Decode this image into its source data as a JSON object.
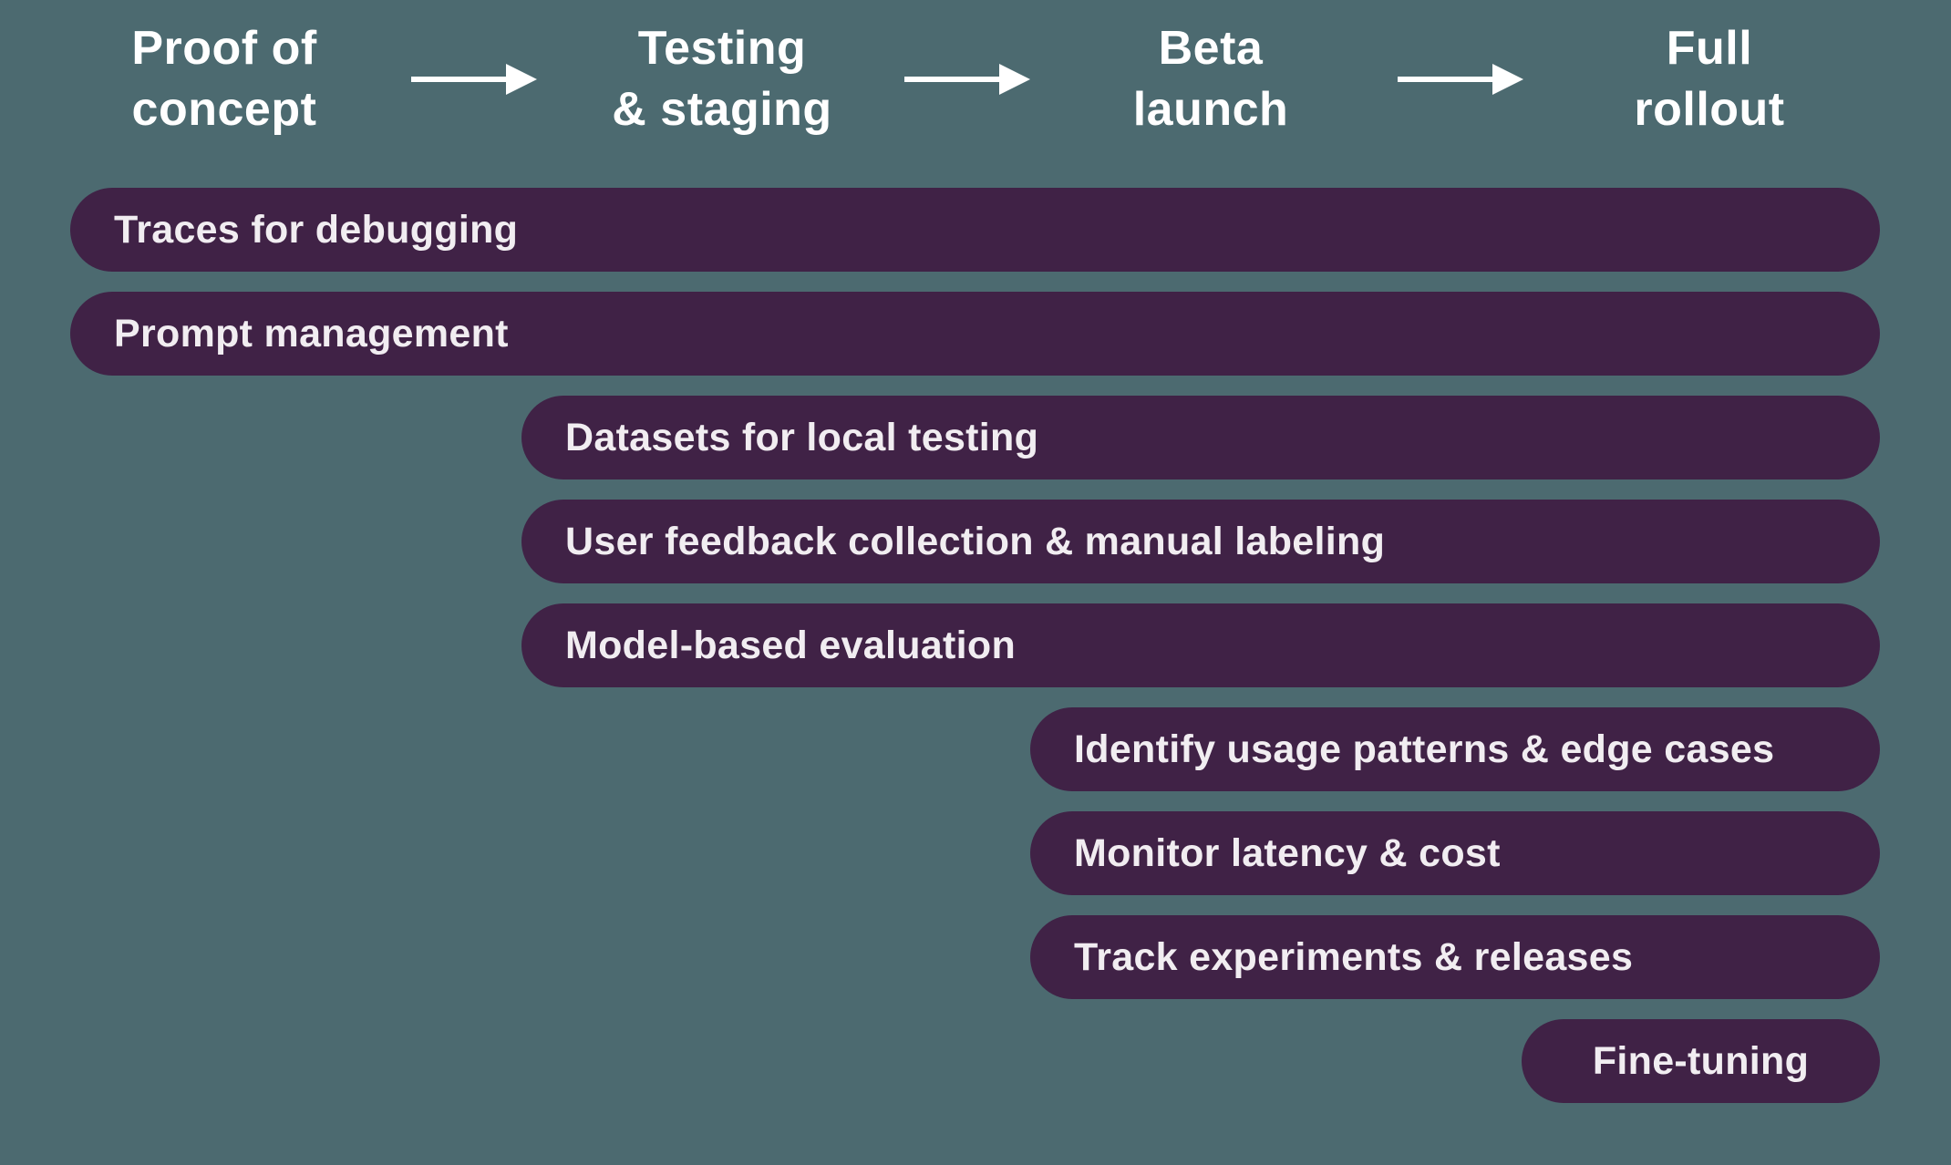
{
  "diagram": {
    "title_hint": "LLM product rollout phases and tooling coverage",
    "colors": {
      "background": "#4C6A70",
      "bar_fill": "#402246",
      "bar_text": "#F1EDF1",
      "header_text": "#FFFFFF",
      "arrow": "#FFFFFF"
    },
    "stages": [
      {
        "label": "Proof of\nconcept"
      },
      {
        "label": "Testing\n& staging"
      },
      {
        "label": "Beta\nlaunch"
      },
      {
        "label": "Full\nrollout"
      }
    ],
    "bars": [
      {
        "label": "Traces for debugging"
      },
      {
        "label": "Prompt management"
      },
      {
        "label": "Datasets for local testing"
      },
      {
        "label": "User feedback collection & manual labeling"
      },
      {
        "label": "Model-based evaluation"
      },
      {
        "label": "Identify usage patterns & edge cases"
      },
      {
        "label": "Monitor latency & cost"
      },
      {
        "label": "Track experiments & releases"
      },
      {
        "label": "Fine-tuning"
      }
    ]
  }
}
